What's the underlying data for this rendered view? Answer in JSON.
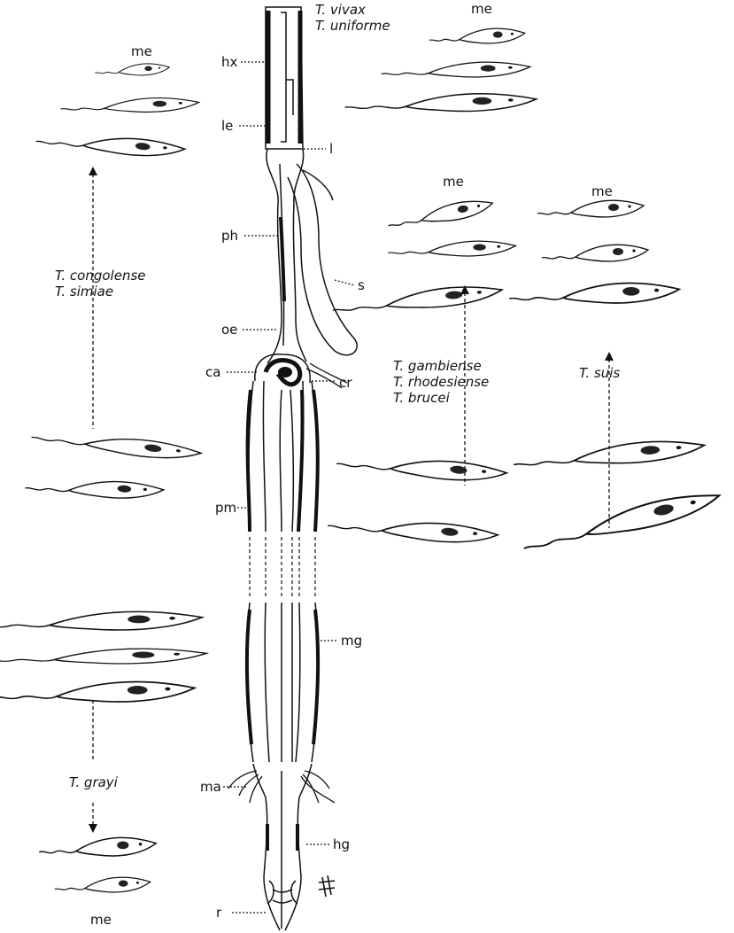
{
  "labels": {
    "hx": "hx",
    "le": "le",
    "l": "l",
    "ph": "ph",
    "s": "s",
    "oe": "oe",
    "ca": "ca",
    "cr": "cr",
    "pm": "pm",
    "mg": "mg",
    "ma": "ma",
    "hg": "hg",
    "r": "r"
  },
  "stage_label": "me",
  "species": {
    "vivax_group": [
      "T. vivax",
      "T. uniforme"
    ],
    "congolense_group": [
      "T. congolense",
      "T. simiae"
    ],
    "brucei_group": [
      "T. gambiense",
      "T. rhodesiense",
      "T. brucei"
    ],
    "suis": "T. suis",
    "grayi": "T. grayi"
  }
}
